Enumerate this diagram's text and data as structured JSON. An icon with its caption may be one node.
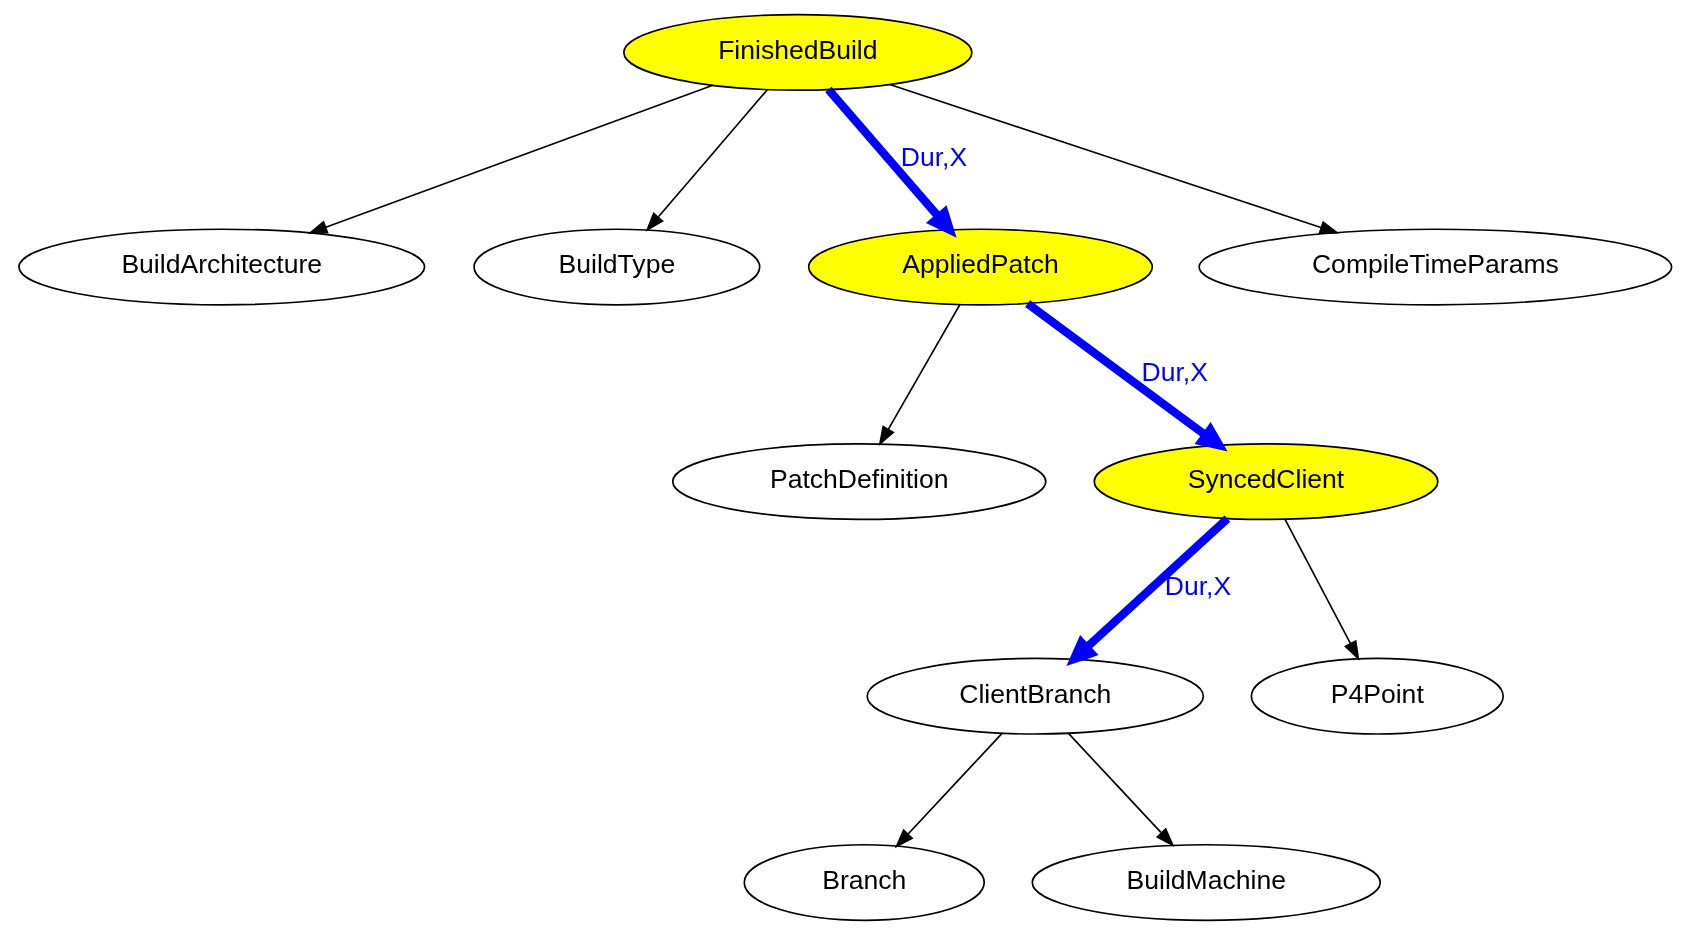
{
  "diagram": {
    "nodes": [
      {
        "text": [
          "FinishedBuild"
        ]
      },
      {
        "text": [
          "BuildArchitecture"
        ]
      },
      {
        "text": [
          "BuildType"
        ]
      },
      {
        "text": [
          "AppliedPatch"
        ]
      },
      {
        "text": [
          "CompileTimeParams"
        ]
      },
      {
        "text": [
          "PatchDefinition"
        ]
      },
      {
        "text": [
          "SyncedClient"
        ]
      },
      {
        "text": [
          "ClientBranch"
        ]
      },
      {
        "text": [
          "P4Point"
        ]
      },
      {
        "text": [
          "Branch"
        ]
      },
      {
        "text": [
          "BuildMachine"
        ]
      }
    ],
    "edges": [
      {
        "from": 0,
        "to": 1,
        "arrow": "to"
      },
      {
        "from": 0,
        "to": 2,
        "arrow": "to"
      },
      {
        "from": 0,
        "to": 3,
        "arrow": "to",
        "label": "Dur,X",
        "style": "thick",
        "color": "#0000ff"
      },
      {
        "from": 0,
        "to": 4,
        "arrow": "to"
      },
      {
        "from": 3,
        "to": 5,
        "arrow": "to"
      },
      {
        "from": 3,
        "to": 6,
        "arrow": "to",
        "label": "Dur,X",
        "style": "thick",
        "color": "#0000ff"
      },
      {
        "from": 6,
        "to": 7,
        "arrow": "to",
        "label": "Dur,X",
        "style": "thick",
        "color": "#0000ff"
      },
      {
        "from": 6,
        "to": 8,
        "arrow": "to"
      },
      {
        "from": 7,
        "to": 9,
        "arrow": "to"
      },
      {
        "from": 7,
        "to": 10,
        "arrow": "to"
      }
    ]
  }
}
